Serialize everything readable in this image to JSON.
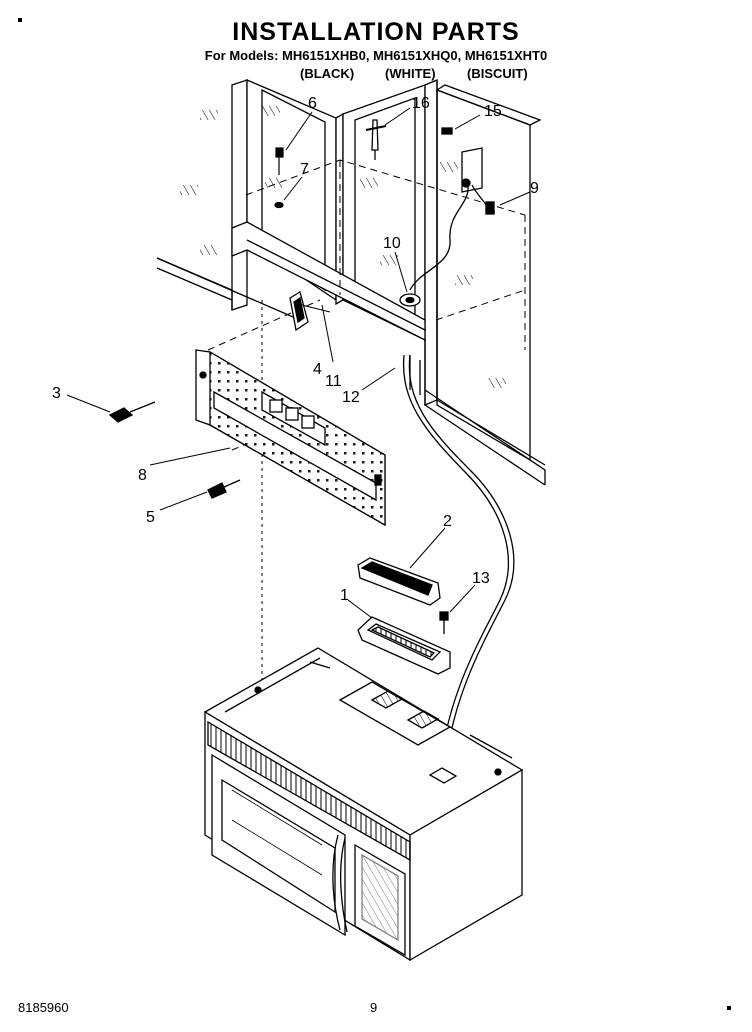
{
  "title": "INSTALLATION PARTS",
  "models_line": "For Models: MH6151XHB0, MH6151XHQ0, MH6151XHT0",
  "color_labels": [
    "(BLACK)",
    "(WHITE)",
    "(BISCUIT)"
  ],
  "callouts": [
    "1",
    "2",
    "3",
    "4",
    "5",
    "6",
    "7",
    "8",
    "9",
    "10",
    "11",
    "12",
    "13",
    "15",
    "16"
  ],
  "footer": {
    "doc_number": "8185960",
    "page_number": "9"
  }
}
